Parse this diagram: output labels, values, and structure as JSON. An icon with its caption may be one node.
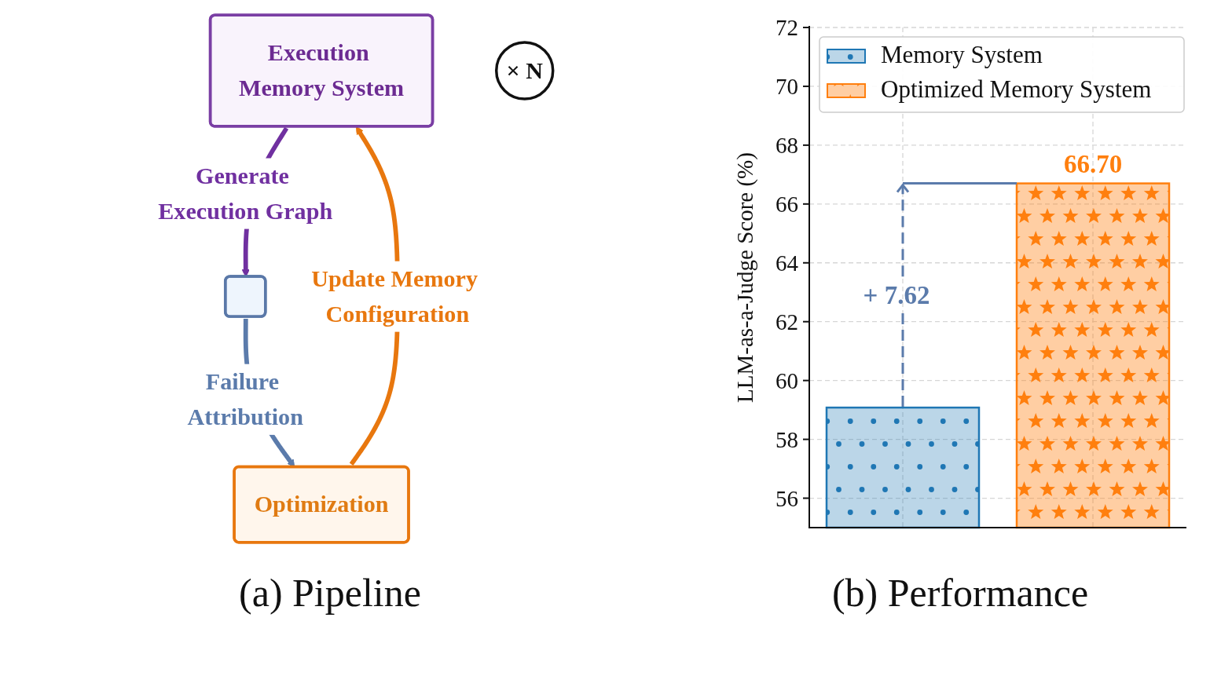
{
  "diagram": {
    "nodes": [
      {
        "text": [
          "Execution Memory System"
        ]
      },
      {
        "text": [
          "× N"
        ]
      },
      {
        "text": [
          "Optimization"
        ]
      },
      {
        "text": [],
        "shape": "box"
      }
    ],
    "edges": [
      {
        "from": 0,
        "to": 3,
        "arrow": "to",
        "label": "Generate Execution Graph",
        "color": "#7030a0"
      },
      {
        "from": 3,
        "to": 2,
        "arrow": "to",
        "label": "Failure Attribution",
        "color": "#5b7bab"
      },
      {
        "from": 2,
        "to": 0,
        "arrow": "to",
        "label": "Update Memory Configuration",
        "color": "#e8770e"
      }
    ],
    "labels": [
      "(a) Pipeline",
      "(b) Performance"
    ],
    "chart_data": {
      "type": "bar",
      "ylabel": "LLM-as-a-Judge Score (%)",
      "ylim": [
        55,
        72
      ],
      "yticks": [
        56,
        58,
        60,
        62,
        64,
        66,
        68,
        70,
        72
      ],
      "grid": true,
      "legend": "upper left",
      "series": [
        {
          "name": "Memory System",
          "color": "#1f77b4",
          "values": [
            59.08
          ]
        },
        {
          "name": "Optimized Memory System",
          "color": "#ff7f0e",
          "values": [
            66.7
          ]
        }
      ],
      "annotations": [
        "66.70",
        "+ 7.62"
      ]
    }
  }
}
